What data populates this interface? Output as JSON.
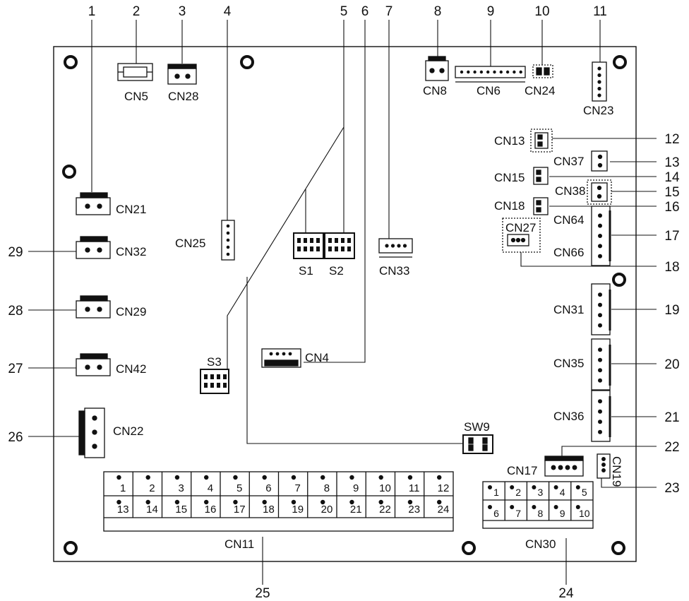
{
  "callouts": [
    "1",
    "2",
    "3",
    "4",
    "5",
    "6",
    "7",
    "8",
    "9",
    "10",
    "11",
    "12",
    "13",
    "14",
    "15",
    "16",
    "17",
    "18",
    "19",
    "20",
    "21",
    "22",
    "23",
    "24",
    "25",
    "26",
    "27",
    "28",
    "29"
  ],
  "connectors": {
    "cn5": "CN5",
    "cn28": "CN28",
    "cn8": "CN8",
    "cn6": "CN6",
    "cn24": "CN24",
    "cn23": "CN23",
    "cn13": "CN13",
    "cn37": "CN37",
    "cn15": "CN15",
    "cn38": "CN38",
    "cn18": "CN18",
    "cn64": "CN64",
    "cn27": "CN27",
    "cn66": "CN66",
    "cn31": "CN31",
    "cn35": "CN35",
    "cn36": "CN36",
    "cn17": "CN17",
    "cn19": "CN19",
    "cn30": "CN30",
    "cn11": "CN11",
    "cn21": "CN21",
    "cn32": "CN32",
    "cn29": "CN29",
    "cn42": "CN42",
    "cn22": "CN22",
    "cn25": "CN25",
    "cn33": "CN33",
    "cn4": "CN4"
  },
  "switches": {
    "s1": "S1",
    "s2": "S2",
    "s3": "S3",
    "sw9": "SW9"
  },
  "cn11_terminals": [
    "1",
    "2",
    "3",
    "4",
    "5",
    "6",
    "7",
    "8",
    "9",
    "10",
    "11",
    "12",
    "13",
    "14",
    "15",
    "16",
    "17",
    "18",
    "19",
    "20",
    "21",
    "22",
    "23",
    "24"
  ],
  "cn30_terminals": [
    "1",
    "2",
    "3",
    "4",
    "5",
    "6",
    "7",
    "8",
    "9",
    "10"
  ]
}
